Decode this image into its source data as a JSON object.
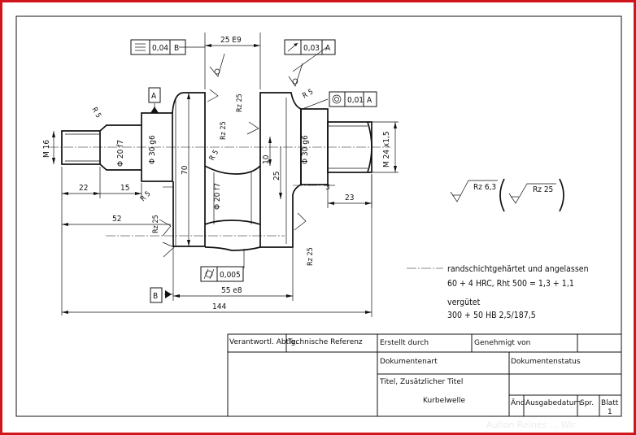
{
  "tolerance_frames": {
    "flatness": {
      "value": "0,04",
      "datum": "B"
    },
    "runout": {
      "value": "0,03",
      "datum": "A"
    },
    "concentricity": {
      "value": "0,01",
      "datum": "A"
    },
    "cylindricity": {
      "value": "0,005"
    }
  },
  "datums": {
    "a": "A",
    "b": "B"
  },
  "dimensions": {
    "top_width": "25 E9",
    "thread_left": "M 16",
    "thread_right": "M 24 x1,5",
    "dia_20f7_left": "Φ 20 f7",
    "dia_30g6_left": "Φ 30 g6",
    "dia_70": "70",
    "dia_30g6_right": "Φ 30 g6",
    "dia_20f7_mid": "Φ 20 f7",
    "dim_10": "10",
    "dim_25": "25",
    "dim_22": "22",
    "dim_15": "15",
    "dim_52": "52",
    "dim_3": "3",
    "dim_23": "23",
    "dim_55": "55 e8",
    "dim_144": "144",
    "r5_a": "R 5",
    "r5_b": "R 5",
    "r5_c": "R 5",
    "r5_d": "R 5"
  },
  "surface": {
    "rz25_a": "Rz 25",
    "rz25_b": "Rz 25",
    "rz25_c": "Rz 25",
    "rz25_d": "Rz 25",
    "general_1": "Rz 6,3",
    "general_2": "Rz 25"
  },
  "notes": {
    "line1": "randschichtgehärtet und angelassen",
    "line2": "60 + 4 HRC, Rht 500 = 1,3 + 1,1",
    "line3": "vergütet",
    "line4": "300 + 50 HB 2,5/187,5"
  },
  "title_block": {
    "verantwortl": "Verantwortl. Abtlg.",
    "tech_ref": "Technische Referenz",
    "erstellt": "Erstellt durch",
    "genehmigt": "Genehmigt von",
    "dokumentenart": "Dokumentenart",
    "dokumentenstatus": "Dokumentenstatus",
    "titel_label": "Titel, Zusätzlicher Titel",
    "titel_value": "Kurbelwelle",
    "aend": "Änd.",
    "ausgabe": "Ausgabedatum",
    "spr": "Spr.",
    "blatt_label": "Blatt",
    "blatt_value": "1"
  },
  "watermark": "Aullon Reines ... Wir"
}
